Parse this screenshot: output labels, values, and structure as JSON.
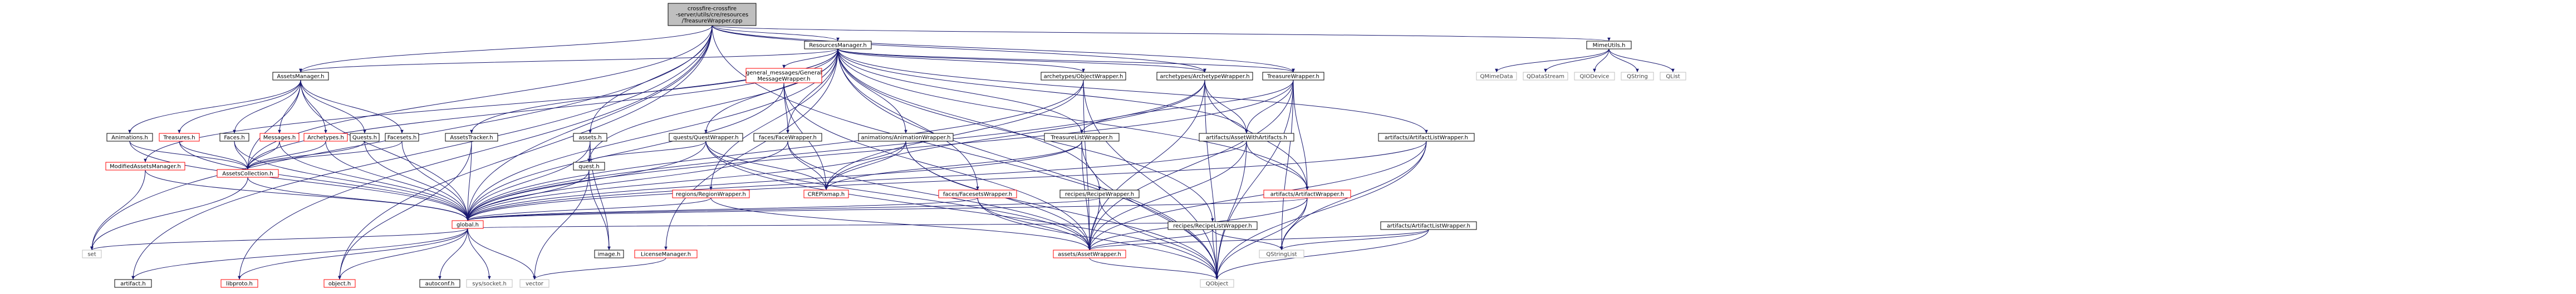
{
  "graph": {
    "nodes": [
      {
        "id": "root",
        "lines": [
          "crossfire-crossfire",
          "-server/utils/cre/resources",
          "/TreasureWrapper.cpp"
        ],
        "kind": "root"
      },
      {
        "id": "ResourcesManager",
        "lines": [
          "ResourcesManager.h"
        ],
        "kind": "plain"
      },
      {
        "id": "MimeUtils",
        "lines": [
          "MimeUtils.h"
        ],
        "kind": "plain"
      },
      {
        "id": "AssetsManager",
        "lines": [
          "AssetsManager.h"
        ],
        "kind": "plain"
      },
      {
        "id": "assets",
        "lines": [
          "assets.h"
        ],
        "kind": "plain"
      },
      {
        "id": "GeneralMessageWrapper",
        "lines": [
          "general_messages/General",
          "MessageWrapper.h"
        ],
        "kind": "red"
      },
      {
        "id": "ObjectWrapper",
        "lines": [
          "archetypes/ObjectWrapper.h"
        ],
        "kind": "plain"
      },
      {
        "id": "ArchetypeWrapper",
        "lines": [
          "archetypes/ArchetypeWrapper.h"
        ],
        "kind": "plain"
      },
      {
        "id": "TreasureWrapper",
        "lines": [
          "TreasureWrapper.h"
        ],
        "kind": "plain"
      },
      {
        "id": "Animations",
        "lines": [
          "Animations.h"
        ],
        "kind": "plain"
      },
      {
        "id": "Treasures",
        "lines": [
          "Treasures.h"
        ],
        "kind": "red"
      },
      {
        "id": "Faces",
        "lines": [
          "Faces.h"
        ],
        "kind": "plain"
      },
      {
        "id": "Messages",
        "lines": [
          "Messages.h"
        ],
        "kind": "red"
      },
      {
        "id": "Archetypes",
        "lines": [
          "Archetypes.h"
        ],
        "kind": "red"
      },
      {
        "id": "Quests",
        "lines": [
          "Quests.h"
        ],
        "kind": "plain"
      },
      {
        "id": "Facesets",
        "lines": [
          "Facesets.h"
        ],
        "kind": "plain"
      },
      {
        "id": "AssetsTracker",
        "lines": [
          "AssetsTracker.h"
        ],
        "kind": "plain"
      },
      {
        "id": "QuestWrapper",
        "lines": [
          "quests/QuestWrapper.h"
        ],
        "kind": "plain"
      },
      {
        "id": "FaceWrapper",
        "lines": [
          "faces/FaceWrapper.h"
        ],
        "kind": "plain"
      },
      {
        "id": "AnimationWrapper",
        "lines": [
          "animations/AnimationWrapper.h"
        ],
        "kind": "plain"
      },
      {
        "id": "TreasureListWrapper",
        "lines": [
          "TreasureListWrapper.h"
        ],
        "kind": "plain"
      },
      {
        "id": "AssetWithArtifacts",
        "lines": [
          "artifacts/AssetWithArtifacts.h"
        ],
        "kind": "plain"
      },
      {
        "id": "ArtifactListWrapper",
        "lines": [
          "artifacts/ArtifactListWrapper.h"
        ],
        "kind": "plain"
      },
      {
        "id": "ModifiedAssetsManager",
        "lines": [
          "ModifiedAssetsManager.h"
        ],
        "kind": "red"
      },
      {
        "id": "AssetsCollection",
        "lines": [
          "AssetsCollection.h"
        ],
        "kind": "red"
      },
      {
        "id": "quest",
        "lines": [
          "quest.h"
        ],
        "kind": "plain"
      },
      {
        "id": "RegionWrapper",
        "lines": [
          "regions/RegionWrapper.h"
        ],
        "kind": "red"
      },
      {
        "id": "CREPixmap",
        "lines": [
          "CREPixmap.h"
        ],
        "kind": "red"
      },
      {
        "id": "FacesetsWrapper",
        "lines": [
          "faces/FacesetsWrapper.h"
        ],
        "kind": "red"
      },
      {
        "id": "RecipeWrapper",
        "lines": [
          "recipes/RecipeWrapper.h"
        ],
        "kind": "plain"
      },
      {
        "id": "RecipeListWrapper",
        "lines": [
          "recipes/RecipeListWrapper.h"
        ],
        "kind": "plain"
      },
      {
        "id": "ArtifactWrapper",
        "lines": [
          "artifacts/ArtifactWrapper.h"
        ],
        "kind": "red"
      },
      {
        "id": "ArtifactListWrapper2",
        "lines": [
          "artifacts/ArtifactListWrapper.h"
        ],
        "kind": "plain"
      },
      {
        "id": "global",
        "lines": [
          "global.h"
        ],
        "kind": "red"
      },
      {
        "id": "image",
        "lines": [
          "image.h"
        ],
        "kind": "plain"
      },
      {
        "id": "LicenseManager",
        "lines": [
          "LicenseManager.h"
        ],
        "kind": "red"
      },
      {
        "id": "AssetWrapper",
        "lines": [
          "assets/AssetWrapper.h"
        ],
        "kind": "red"
      },
      {
        "id": "QStringList",
        "lines": [
          "QStringList"
        ],
        "kind": "gray"
      },
      {
        "id": "QMimeData",
        "lines": [
          "QMimeData"
        ],
        "kind": "gray"
      },
      {
        "id": "QDataStream",
        "lines": [
          "QDataStream"
        ],
        "kind": "gray"
      },
      {
        "id": "QIODevice",
        "lines": [
          "QIODevice"
        ],
        "kind": "gray"
      },
      {
        "id": "QString",
        "lines": [
          "QString"
        ],
        "kind": "gray"
      },
      {
        "id": "QList",
        "lines": [
          "QList"
        ],
        "kind": "gray"
      },
      {
        "id": "set",
        "lines": [
          "set"
        ],
        "kind": "gray"
      },
      {
        "id": "artifact",
        "lines": [
          "artifact.h"
        ],
        "kind": "plain"
      },
      {
        "id": "libproto",
        "lines": [
          "libproto.h"
        ],
        "kind": "red"
      },
      {
        "id": "object",
        "lines": [
          "object.h"
        ],
        "kind": "red"
      },
      {
        "id": "autoconf",
        "lines": [
          "autoconf.h"
        ],
        "kind": "plain"
      },
      {
        "id": "syssocket",
        "lines": [
          "sys/socket.h"
        ],
        "kind": "gray"
      },
      {
        "id": "vector",
        "lines": [
          "vector"
        ],
        "kind": "gray"
      },
      {
        "id": "QObject",
        "lines": [
          "QObject"
        ],
        "kind": "gray"
      }
    ],
    "edges": [
      [
        "root",
        "ResourcesManager"
      ],
      [
        "root",
        "MimeUtils"
      ],
      [
        "root",
        "AssetsManager"
      ],
      [
        "root",
        "assets"
      ],
      [
        "root",
        "ArchetypeWrapper"
      ],
      [
        "root",
        "TreasureWrapper"
      ],
      [
        "root",
        "AssetsCollection"
      ],
      [
        "root",
        "global"
      ],
      [
        "root",
        "artifact"
      ],
      [
        "root",
        "libproto"
      ],
      [
        "root",
        "set"
      ],
      [
        "root",
        "object"
      ],
      [
        "root",
        "QObject"
      ],
      [
        "ResourcesManager",
        "AssetsManager"
      ],
      [
        "ResourcesManager",
        "GeneralMessageWrapper"
      ],
      [
        "ResourcesManager",
        "ObjectWrapper"
      ],
      [
        "ResourcesManager",
        "ArchetypeWrapper"
      ],
      [
        "ResourcesManager",
        "TreasureWrapper"
      ],
      [
        "ResourcesManager",
        "AssetsTracker"
      ],
      [
        "ResourcesManager",
        "QuestWrapper"
      ],
      [
        "ResourcesManager",
        "FaceWrapper"
      ],
      [
        "ResourcesManager",
        "AnimationWrapper"
      ],
      [
        "ResourcesManager",
        "TreasureListWrapper"
      ],
      [
        "ResourcesManager",
        "ArtifactListWrapper"
      ],
      [
        "ResourcesManager",
        "RegionWrapper"
      ],
      [
        "ResourcesManager",
        "FacesetsWrapper"
      ],
      [
        "ResourcesManager",
        "RecipeWrapper"
      ],
      [
        "ResourcesManager",
        "RecipeListWrapper"
      ],
      [
        "ResourcesManager",
        "ArtifactWrapper"
      ],
      [
        "ResourcesManager",
        "ModifiedAssetsManager"
      ],
      [
        "ResourcesManager",
        "AssetsCollection"
      ],
      [
        "ResourcesManager",
        "LicenseManager"
      ],
      [
        "ResourcesManager",
        "global"
      ],
      [
        "ResourcesManager",
        "quest"
      ],
      [
        "ResourcesManager",
        "QObject"
      ],
      [
        "ResourcesManager",
        "AssetWithArtifacts"
      ],
      [
        "MimeUtils",
        "QMimeData"
      ],
      [
        "MimeUtils",
        "QDataStream"
      ],
      [
        "MimeUtils",
        "QIODevice"
      ],
      [
        "MimeUtils",
        "QString"
      ],
      [
        "MimeUtils",
        "QList"
      ],
      [
        "AssetsManager",
        "Animations"
      ],
      [
        "AssetsManager",
        "Treasures"
      ],
      [
        "AssetsManager",
        "Faces"
      ],
      [
        "AssetsManager",
        "Messages"
      ],
      [
        "AssetsManager",
        "Archetypes"
      ],
      [
        "AssetsManager",
        "Quests"
      ],
      [
        "AssetsManager",
        "Facesets"
      ],
      [
        "AssetsManager",
        "AssetsCollection"
      ],
      [
        "AssetsManager",
        "global"
      ],
      [
        "Animations",
        "AssetsCollection"
      ],
      [
        "Animations",
        "global"
      ],
      [
        "Treasures",
        "AssetsCollection"
      ],
      [
        "Treasures",
        "global"
      ],
      [
        "Faces",
        "AssetsCollection"
      ],
      [
        "Faces",
        "global"
      ],
      [
        "Messages",
        "AssetsCollection"
      ],
      [
        "Messages",
        "global"
      ],
      [
        "Archetypes",
        "AssetsCollection"
      ],
      [
        "Archetypes",
        "global"
      ],
      [
        "Quests",
        "AssetsCollection"
      ],
      [
        "Quests",
        "global"
      ],
      [
        "Facesets",
        "AssetsCollection"
      ],
      [
        "Facesets",
        "global"
      ],
      [
        "AssetsCollection",
        "global"
      ],
      [
        "AssetsCollection",
        "set"
      ],
      [
        "ModifiedAssetsManager",
        "global"
      ],
      [
        "ModifiedAssetsManager",
        "set"
      ],
      [
        "assets",
        "global"
      ],
      [
        "assets",
        "image"
      ],
      [
        "assets",
        "quest"
      ],
      [
        "AssetsTracker",
        "global"
      ],
      [
        "AssetsTracker",
        "object"
      ],
      [
        "GeneralMessageWrapper",
        "AssetWrapper"
      ],
      [
        "GeneralMessageWrapper",
        "CREPixmap"
      ],
      [
        "GeneralMessageWrapper",
        "global"
      ],
      [
        "GeneralMessageWrapper",
        "FaceWrapper"
      ],
      [
        "QuestWrapper",
        "AssetWrapper"
      ],
      [
        "QuestWrapper",
        "global"
      ],
      [
        "QuestWrapper",
        "quest"
      ],
      [
        "QuestWrapper",
        "CREPixmap"
      ],
      [
        "QuestWrapper",
        "QObject"
      ],
      [
        "FaceWrapper",
        "AssetWrapper"
      ],
      [
        "FaceWrapper",
        "CREPixmap"
      ],
      [
        "FaceWrapper",
        "global"
      ],
      [
        "AnimationWrapper",
        "AssetWrapper"
      ],
      [
        "AnimationWrapper",
        "CREPixmap"
      ],
      [
        "AnimationWrapper",
        "global"
      ],
      [
        "AnimationWrapper",
        "QObject"
      ],
      [
        "ObjectWrapper",
        "AssetWrapper"
      ],
      [
        "ObjectWrapper",
        "CREPixmap"
      ],
      [
        "ObjectWrapper",
        "global"
      ],
      [
        "ObjectWrapper",
        "QObject"
      ],
      [
        "ArchetypeWrapper",
        "AssetWithArtifacts"
      ],
      [
        "ArchetypeWrapper",
        "ArtifactWrapper"
      ],
      [
        "ArchetypeWrapper",
        "AssetWrapper"
      ],
      [
        "ArchetypeWrapper",
        "global"
      ],
      [
        "ArchetypeWrapper",
        "CREPixmap"
      ],
      [
        "ArchetypeWrapper",
        "QObject"
      ],
      [
        "TreasureWrapper",
        "AssetWithArtifacts"
      ],
      [
        "TreasureWrapper",
        "ArtifactWrapper"
      ],
      [
        "TreasureWrapper",
        "TreasureListWrapper"
      ],
      [
        "TreasureWrapper",
        "AssetWrapper"
      ],
      [
        "TreasureWrapper",
        "global"
      ],
      [
        "TreasureWrapper",
        "QStringList"
      ],
      [
        "TreasureWrapper",
        "QObject"
      ],
      [
        "TreasureListWrapper",
        "AssetWrapper"
      ],
      [
        "TreasureListWrapper",
        "global"
      ],
      [
        "TreasureListWrapper",
        "CREPixmap"
      ],
      [
        "TreasureListWrapper",
        "QObject"
      ],
      [
        "AssetWithArtifacts",
        "ArtifactWrapper"
      ],
      [
        "AssetWithArtifacts",
        "AssetWrapper"
      ],
      [
        "AssetWithArtifacts",
        "global"
      ],
      [
        "AssetWithArtifacts",
        "QObject"
      ],
      [
        "ArtifactListWrapper",
        "AssetWrapper"
      ],
      [
        "ArtifactListWrapper",
        "global"
      ],
      [
        "ArtifactListWrapper",
        "QStringList"
      ],
      [
        "ArtifactListWrapper",
        "QObject"
      ],
      [
        "ArtifactListWrapper2",
        "AssetWrapper"
      ],
      [
        "ArtifactListWrapper2",
        "QStringList"
      ],
      [
        "ArtifactListWrapper2",
        "QObject"
      ],
      [
        "ArtifactWrapper",
        "AssetWrapper"
      ],
      [
        "ArtifactWrapper",
        "global"
      ],
      [
        "ArtifactWrapper",
        "QStringList"
      ],
      [
        "ArtifactWrapper",
        "QObject"
      ],
      [
        "RegionWrapper",
        "AssetWrapper"
      ],
      [
        "RegionWrapper",
        "global"
      ],
      [
        "FacesetsWrapper",
        "AssetWrapper"
      ],
      [
        "FacesetsWrapper",
        "global"
      ],
      [
        "FacesetsWrapper",
        "QObject"
      ],
      [
        "RecipeWrapper",
        "AssetWrapper"
      ],
      [
        "RecipeWrapper",
        "global"
      ],
      [
        "RecipeWrapper",
        "QObject"
      ],
      [
        "RecipeListWrapper",
        "AssetWrapper"
      ],
      [
        "RecipeListWrapper",
        "global"
      ],
      [
        "RecipeListWrapper",
        "QObject"
      ],
      [
        "RecipeListWrapper",
        "QStringList"
      ],
      [
        "quest",
        "global"
      ],
      [
        "quest",
        "vector"
      ],
      [
        "quest",
        "image"
      ],
      [
        "LicenseManager",
        "vector"
      ],
      [
        "AssetWrapper",
        "QObject"
      ],
      [
        "global",
        "artifact"
      ],
      [
        "global",
        "libproto"
      ],
      [
        "global",
        "object"
      ],
      [
        "global",
        "autoconf"
      ],
      [
        "global",
        "syssocket"
      ],
      [
        "global",
        "vector"
      ],
      [
        "global",
        "set"
      ]
    ],
    "colors": {
      "edge": "#191970",
      "plain_fill": "#ffffff",
      "plain_stroke": "#000000",
      "red_stroke": "#ff0000",
      "gray_stroke": "#bfbfbf",
      "gray_text": "#404040",
      "root_fill": "#bfbfbf"
    }
  }
}
